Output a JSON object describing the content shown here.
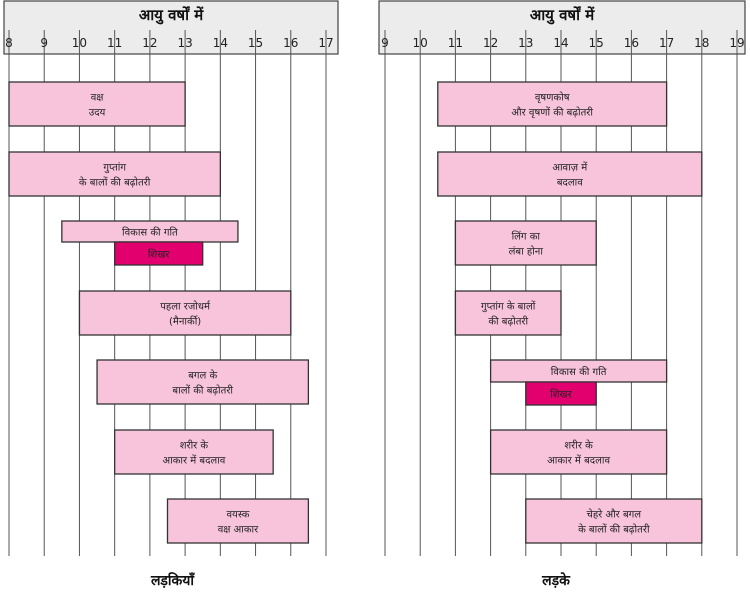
{
  "chart_data": [
    {
      "type": "bar",
      "title": "आयु वर्षों में",
      "label": "लड़कियाँ",
      "xlim": [
        8,
        17
      ],
      "ticks": [
        8,
        9,
        10,
        11,
        12,
        13,
        14,
        15,
        16,
        17
      ],
      "bars": [
        {
          "text": [
            "वक्ष",
            "उदय"
          ],
          "start": 8,
          "end": 13,
          "highlight": false
        },
        {
          "text": [
            "गुप्तांग",
            "के बालों की बढ़ोतरी"
          ],
          "start": 8,
          "end": 14,
          "highlight": false
        },
        {
          "text": [
            "विकास की गति"
          ],
          "start": 9.5,
          "end": 14.5,
          "highlight": false
        },
        {
          "text": [
            "शिखर"
          ],
          "start": 11,
          "end": 13.5,
          "highlight": true
        },
        {
          "text": [
            "पहला रजोधर्म",
            "(मैनार्की)"
          ],
          "start": 10,
          "end": 16,
          "highlight": false
        },
        {
          "text": [
            "बगल के",
            "बालों की बढ़ोतरी"
          ],
          "start": 10.5,
          "end": 16.5,
          "highlight": false
        },
        {
          "text": [
            "शरीर के",
            "आकार में बदलाव"
          ],
          "start": 11,
          "end": 15.5,
          "highlight": false
        },
        {
          "text": [
            "वयस्क",
            "वक्ष आकार"
          ],
          "start": 12.5,
          "end": 16.5,
          "highlight": false
        }
      ]
    },
    {
      "type": "bar",
      "title": "आयु वर्षों में",
      "label": "लड़के",
      "xlim": [
        9,
        19
      ],
      "ticks": [
        9,
        10,
        11,
        12,
        13,
        14,
        15,
        16,
        17,
        18,
        19
      ],
      "bars": [
        {
          "text": [
            "वृषणकोष",
            "और वृषणों की बढ़ोतरी"
          ],
          "start": 10.5,
          "end": 17,
          "highlight": false
        },
        {
          "text": [
            "आवाज़ में",
            "बदलाव"
          ],
          "start": 10.5,
          "end": 18,
          "highlight": false
        },
        {
          "text": [
            "लिंग का",
            "लंबा होना"
          ],
          "start": 11,
          "end": 15,
          "highlight": false
        },
        {
          "text": [
            "गुप्तांग के बालों",
            "की बढ़ोतरी"
          ],
          "start": 11,
          "end": 14,
          "highlight": false
        },
        {
          "text": [
            "विकास की गति"
          ],
          "start": 12,
          "end": 17,
          "highlight": false
        },
        {
          "text": [
            "शिखर"
          ],
          "start": 13,
          "end": 15,
          "highlight": true
        },
        {
          "text": [
            "शरीर के",
            "आकार में बदलाव"
          ],
          "start": 12,
          "end": 17,
          "highlight": false
        },
        {
          "text": [
            "चेहरे और बगल",
            "के बालों की बढ़ोतरी"
          ],
          "start": 13,
          "end": 18,
          "highlight": false
        }
      ]
    }
  ],
  "colors": {
    "bar": "#f8c4dc",
    "peak": "#e2006f",
    "header": "#ececec"
  }
}
